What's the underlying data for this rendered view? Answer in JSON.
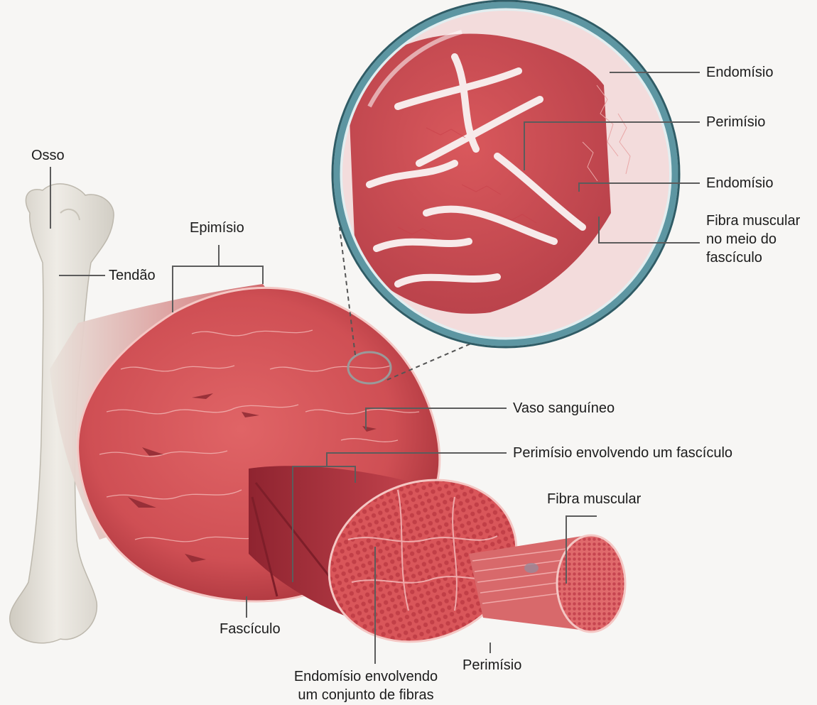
{
  "labels": {
    "osso": "Osso",
    "tendao": "Tendão",
    "epimisio": "Epimísio",
    "endomisio_top": "Endomísio",
    "perimisio_top": "Perimísio",
    "endomisio_mid": "Endomísio",
    "fibra_meio": [
      "Fibra muscular",
      "no meio do",
      "fascículo"
    ],
    "vaso": "Vaso sanguíneo",
    "perimisio_envolvendo": "Perimísio envolvendo um fascículo",
    "fibra_muscular": "Fibra muscular",
    "fasciculo": "Fascículo",
    "perimisio_bottom": "Perimísio",
    "endomisio_envolvendo": [
      "Endomísio envolvendo",
      "um conjunto de fibras"
    ]
  },
  "colors": {
    "background": "#f7f6f4",
    "muscle": "#d6575a",
    "muscle_dark": "#a8323a",
    "bone": "#e4e1d8",
    "lens_ring": "#6aa2ad",
    "leader_line": "#5c5c5c"
  }
}
